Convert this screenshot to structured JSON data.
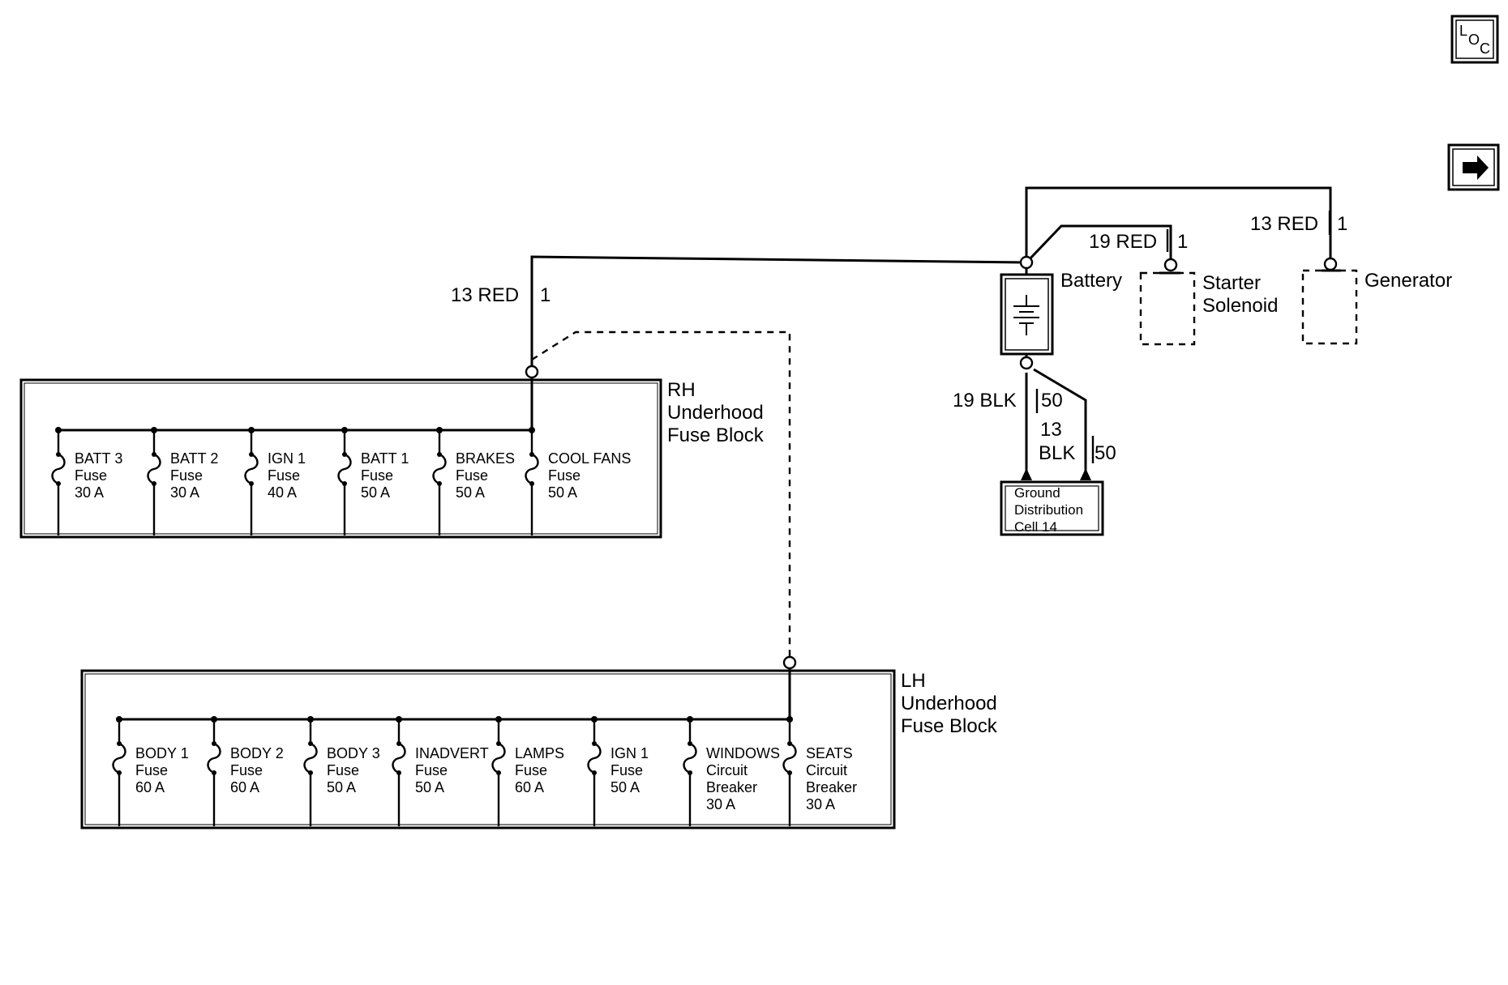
{
  "nav": {
    "location_icon": "location-icon",
    "arrow_icon": "right-arrow-icon",
    "loc_text": "LOC"
  },
  "rh_block": {
    "title_line1": "RH",
    "title_line2": "Underhood",
    "title_line3": "Fuse Block",
    "feed_wire": {
      "gauge_color": "13 RED",
      "pin": "1"
    },
    "fuses": [
      {
        "name": "BATT 3",
        "type": "Fuse",
        "rating": "30 A"
      },
      {
        "name": "BATT 2",
        "type": "Fuse",
        "rating": "30 A"
      },
      {
        "name": "IGN 1",
        "type": "Fuse",
        "rating": "40 A"
      },
      {
        "name": "BATT 1",
        "type": "Fuse",
        "rating": "50 A"
      },
      {
        "name": "BRAKES",
        "type": "Fuse",
        "rating": "50 A"
      },
      {
        "name": "COOL FANS",
        "type": "Fuse",
        "rating": "50 A"
      }
    ]
  },
  "lh_block": {
    "title_line1": "LH",
    "title_line2": "Underhood",
    "title_line3": "Fuse Block",
    "fuses": [
      {
        "name": "BODY 1",
        "type": "Fuse",
        "rating": "60 A"
      },
      {
        "name": "BODY 2",
        "type": "Fuse",
        "rating": "60 A"
      },
      {
        "name": "BODY 3",
        "type": "Fuse",
        "rating": "50 A"
      },
      {
        "name": "INADVERT",
        "type": "Fuse",
        "rating": "50 A"
      },
      {
        "name": "LAMPS",
        "type": "Fuse",
        "rating": "60 A"
      },
      {
        "name": "IGN 1",
        "type": "Fuse",
        "rating": "50 A"
      },
      {
        "name": "WINDOWS",
        "type": "Circuit",
        "type2": "Breaker",
        "rating": "30 A"
      },
      {
        "name": "SEATS",
        "type": "Circuit",
        "type2": "Breaker",
        "rating": "30 A"
      }
    ]
  },
  "battery": {
    "label": "Battery"
  },
  "starter": {
    "label_line1": "Starter",
    "label_line2": "Solenoid",
    "wire": "19 RED",
    "pin": "1"
  },
  "generator": {
    "label": "Generator",
    "wire": "13 RED",
    "pin": "1"
  },
  "ground": {
    "wire1": "19 BLK",
    "pin1": "50",
    "wire2_line1": "13",
    "wire2_line2": "BLK",
    "pin2": "50",
    "box_line1": "Ground",
    "box_line2": "Distribution",
    "box_line3": "Cell 14"
  }
}
